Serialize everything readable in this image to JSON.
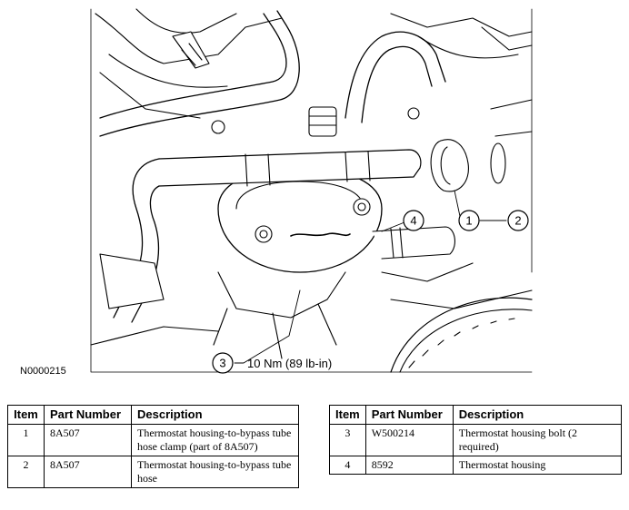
{
  "figure": {
    "id": "N0000215",
    "callouts": [
      {
        "num": "1"
      },
      {
        "num": "2"
      },
      {
        "num": "3",
        "label": "10 Nm (89 lb-in)"
      },
      {
        "num": "4"
      }
    ]
  },
  "tables": [
    {
      "headers": [
        "Item",
        "Part Number",
        "Description"
      ],
      "rows": [
        {
          "item": "1",
          "part": "8A507",
          "desc": "Thermostat housing-to-bypass tube hose clamp (part of 8A507)"
        },
        {
          "item": "2",
          "part": "8A507",
          "desc": "Thermostat housing-to-bypass tube hose"
        }
      ]
    },
    {
      "headers": [
        "Item",
        "Part Number",
        "Description"
      ],
      "rows": [
        {
          "item": "3",
          "part": "W500214",
          "desc": "Thermostat housing bolt (2 required)"
        },
        {
          "item": "4",
          "part": "8592",
          "desc": "Thermostat housing"
        }
      ]
    }
  ]
}
